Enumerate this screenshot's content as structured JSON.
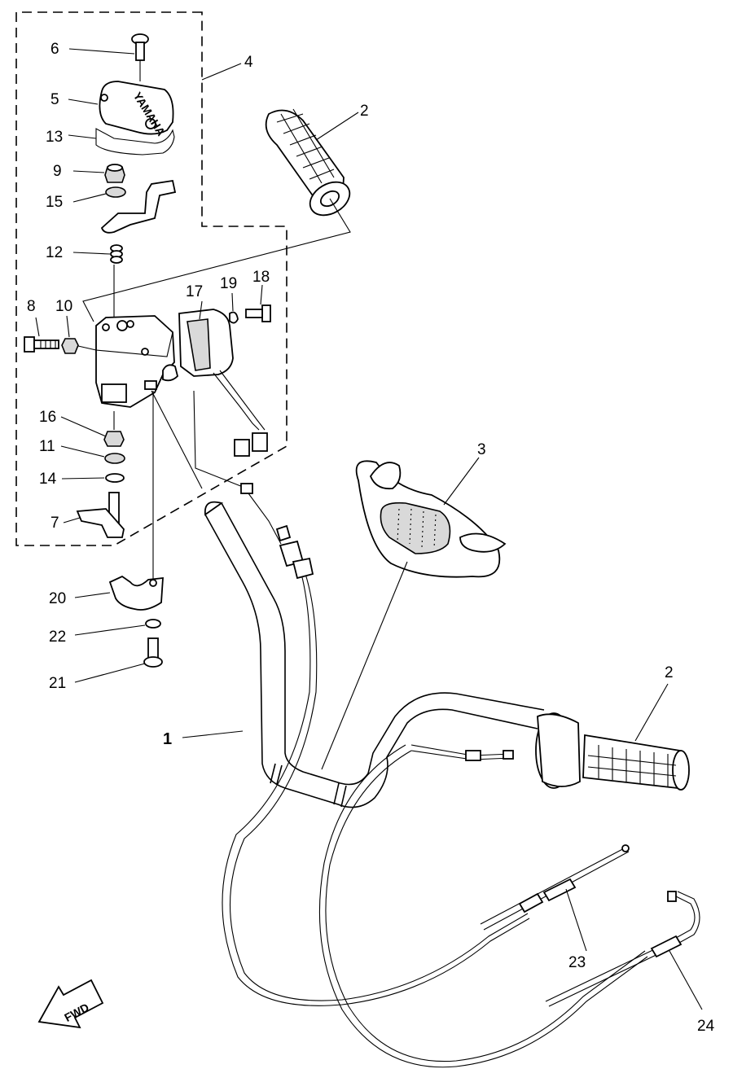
{
  "callouts": [
    {
      "id": "p1",
      "text": "1"
    },
    {
      "id": "p2a",
      "text": "2"
    },
    {
      "id": "p2b",
      "text": "2"
    },
    {
      "id": "p3",
      "text": "3"
    },
    {
      "id": "p4",
      "text": "4"
    },
    {
      "id": "p5",
      "text": "5"
    },
    {
      "id": "p6",
      "text": "6"
    },
    {
      "id": "p7",
      "text": "7"
    },
    {
      "id": "p8",
      "text": "8"
    },
    {
      "id": "p9",
      "text": "9"
    },
    {
      "id": "p10",
      "text": "10"
    },
    {
      "id": "p11",
      "text": "11"
    },
    {
      "id": "p12",
      "text": "12"
    },
    {
      "id": "p13",
      "text": "13"
    },
    {
      "id": "p14",
      "text": "14"
    },
    {
      "id": "p15",
      "text": "15"
    },
    {
      "id": "p16",
      "text": "16"
    },
    {
      "id": "p17",
      "text": "17"
    },
    {
      "id": "p18",
      "text": "18"
    },
    {
      "id": "p19",
      "text": "19"
    },
    {
      "id": "p20",
      "text": "20"
    },
    {
      "id": "p21",
      "text": "21"
    },
    {
      "id": "p22",
      "text": "22"
    },
    {
      "id": "p23",
      "text": "23"
    },
    {
      "id": "p24",
      "text": "24"
    }
  ],
  "direction_indicator": {
    "text": "FWD",
    "icon": "fwd-arrow-icon"
  },
  "cover_brand_text": "YAMAHA"
}
